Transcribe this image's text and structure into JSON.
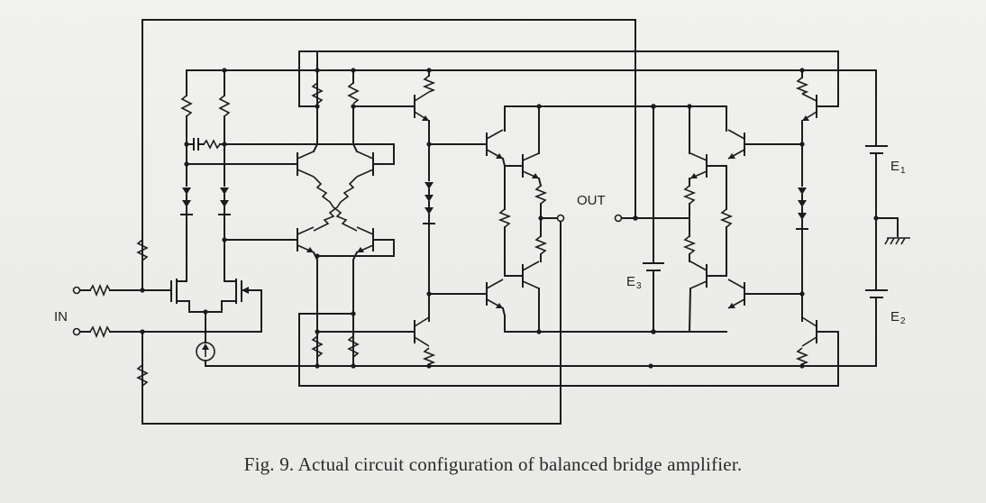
{
  "caption": "Fig. 9. Actual circuit configuration of balanced bridge amplifier.",
  "labels": {
    "input": "IN",
    "output": "OUT",
    "e1": "E",
    "e1_sub": "1",
    "e2": "E",
    "e2_sub": "2",
    "e3": "E",
    "e3_sub": "3"
  }
}
